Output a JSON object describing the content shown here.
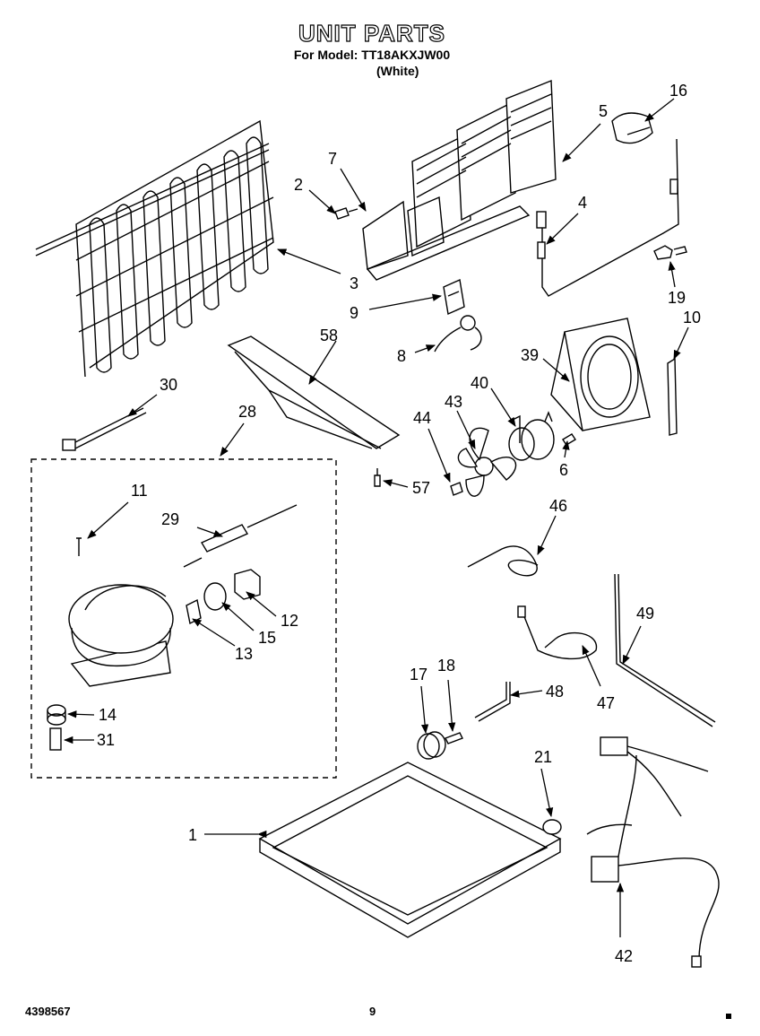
{
  "header": {
    "title": "UNIT PARTS",
    "model_line": "For Model: TT18AKXJW00",
    "color_line": "(White)"
  },
  "footer": {
    "doc_number": "4398567",
    "page_number": "9"
  },
  "callouts": [
    "1",
    "2",
    "3",
    "4",
    "5",
    "6",
    "7",
    "8",
    "9",
    "10",
    "11",
    "12",
    "13",
    "14",
    "15",
    "16",
    "17",
    "18",
    "19",
    "21",
    "28",
    "29",
    "30",
    "31",
    "39",
    "40",
    "42",
    "43",
    "44",
    "46",
    "47",
    "48",
    "49",
    "57",
    "58"
  ]
}
